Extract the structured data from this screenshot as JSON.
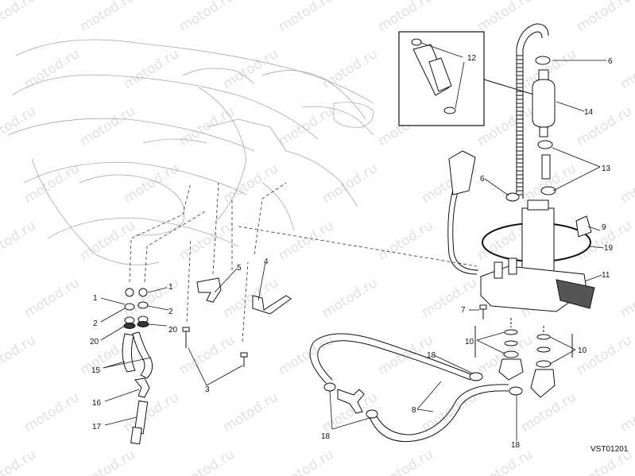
{
  "diagram": {
    "watermark": "motod.ru",
    "code": "VST01201",
    "callouts": [
      "1",
      "2",
      "3",
      "4",
      "5",
      "6",
      "7",
      "8",
      "9",
      "10",
      "11",
      "12",
      "13",
      "14",
      "15",
      "16",
      "17",
      "18",
      "19",
      "20"
    ],
    "colors": {
      "line": "#111111",
      "ghost": "#9a9a9a",
      "watermark": "#c8c8c8",
      "fill_dark": "#333333"
    }
  }
}
